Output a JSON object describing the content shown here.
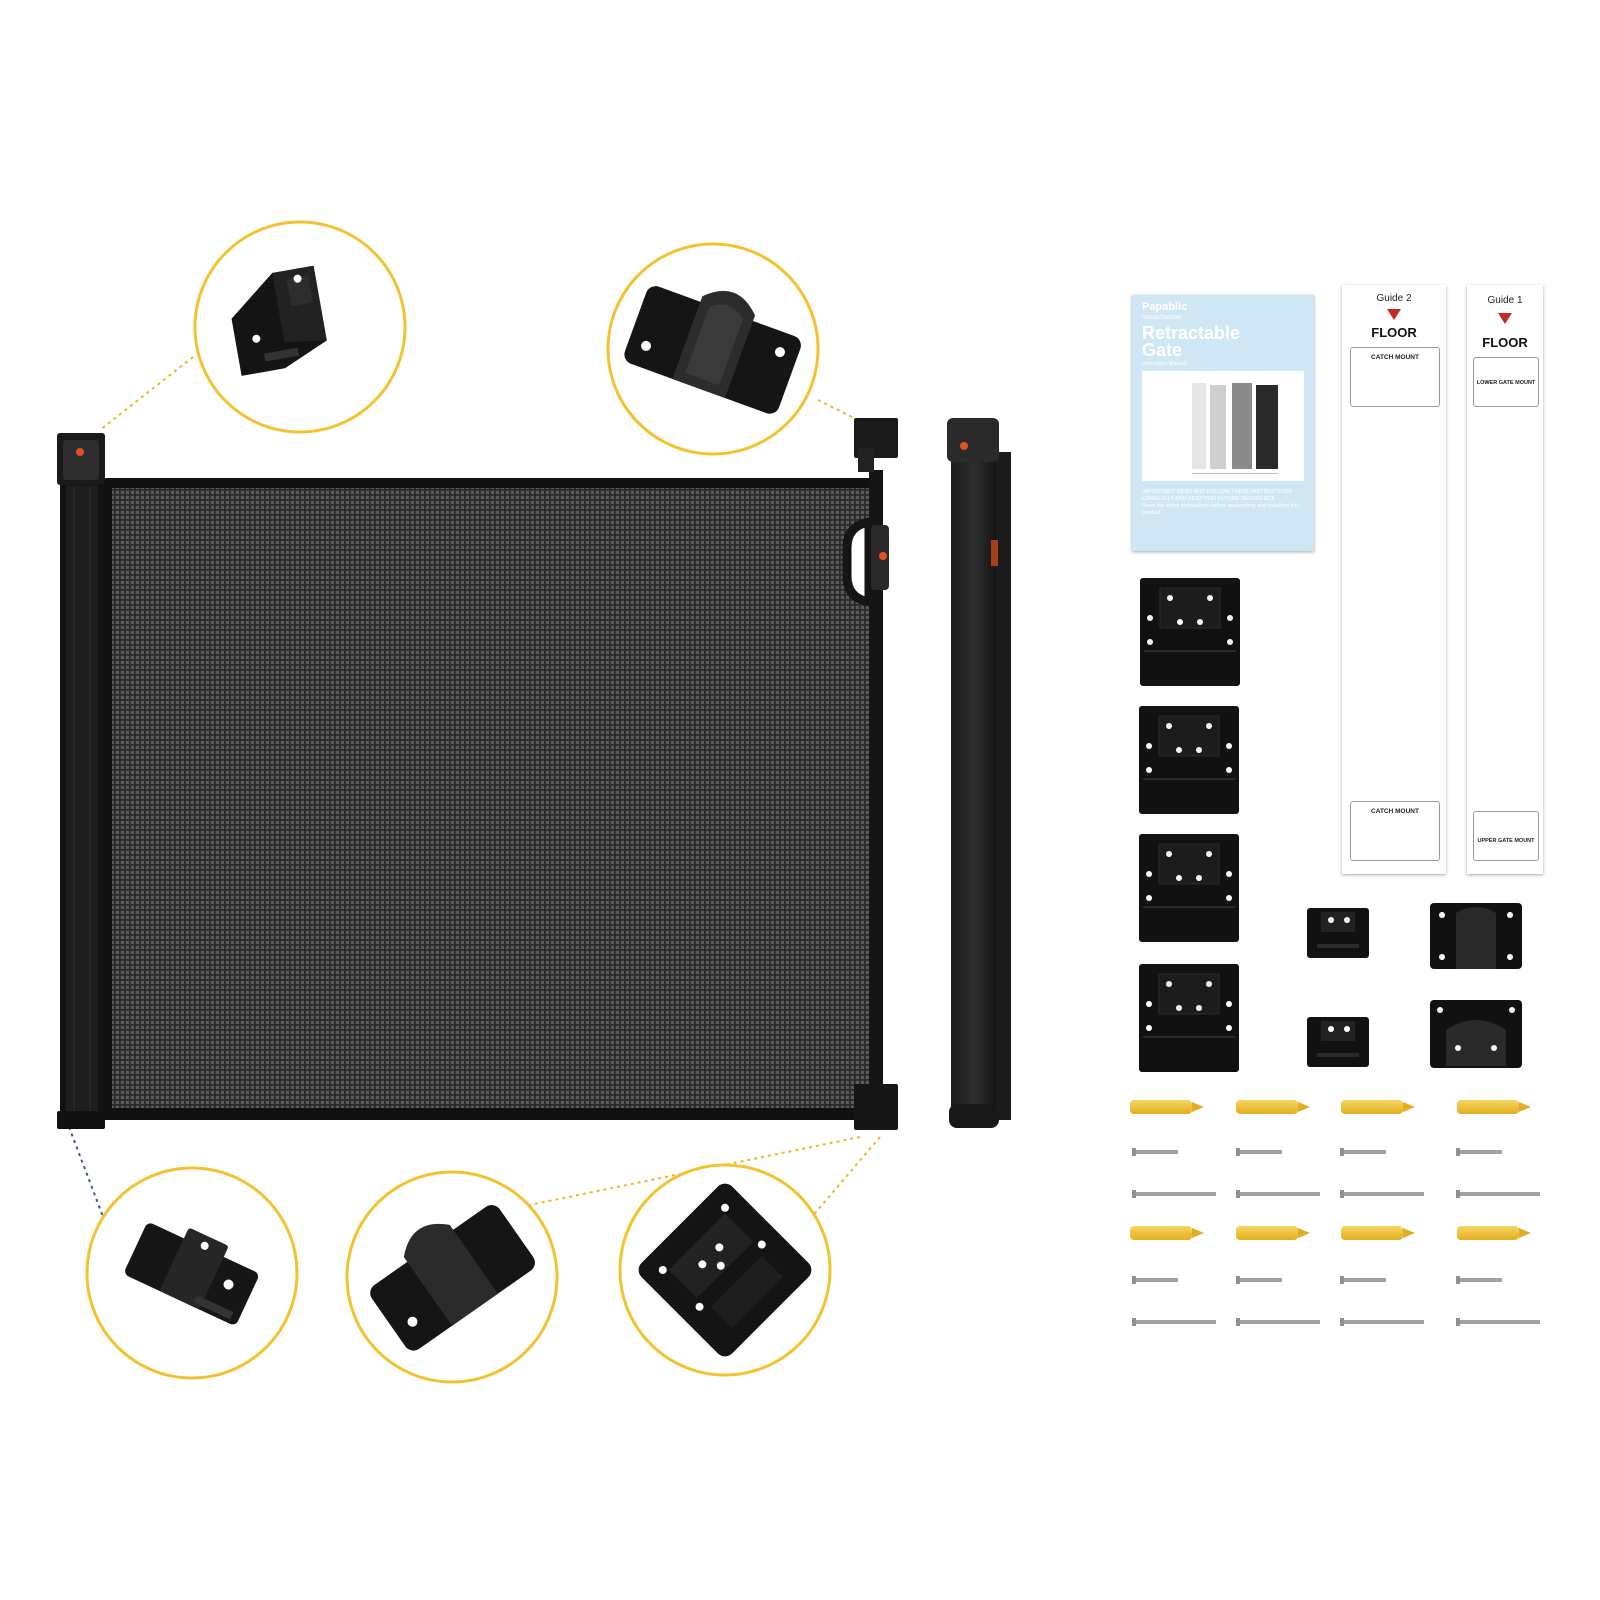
{
  "manual": {
    "brand": "Papablic",
    "tagline": "Indoor/Outdoor",
    "title_line1": "Retractable",
    "title_line2": "Gate",
    "subtitle": "Instruction Manual",
    "notice": "IMPORTANT! READ AND FOLLOW THESE INSTRUCTIONS CAREFULLY AND KEEP FOR FUTURE REFERENCE",
    "notice_detail": "Read the entire instructions before assembling and installing this product."
  },
  "guide2": {
    "name": "Guide 2",
    "floor": "FLOOR",
    "top_mount": "CATCH MOUNT",
    "bottom_mount": "CATCH MOUNT"
  },
  "guide1": {
    "name": "Guide 1",
    "floor": "FLOOR",
    "top_mount": "LOWER GATE MOUNT",
    "bottom_mount": "UPPER GATE MOUNT"
  },
  "colors": {
    "accent_circle": "#f2c230",
    "mesh": "#3d3d3d",
    "frame": "#151515",
    "orange_button": "#e0531f",
    "anchor": "#f3c63b",
    "screw": "#9da2a6",
    "manual_bg": "#cfe7f5",
    "guide_arrow": "#c62828"
  },
  "icons": {
    "callout_1": "wall-bracket-icon",
    "callout_2": "hook-mount-icon",
    "callout_3": "wall-bracket-icon",
    "callout_4": "hook-mount-icon",
    "callout_5": "floor-plate-icon"
  }
}
